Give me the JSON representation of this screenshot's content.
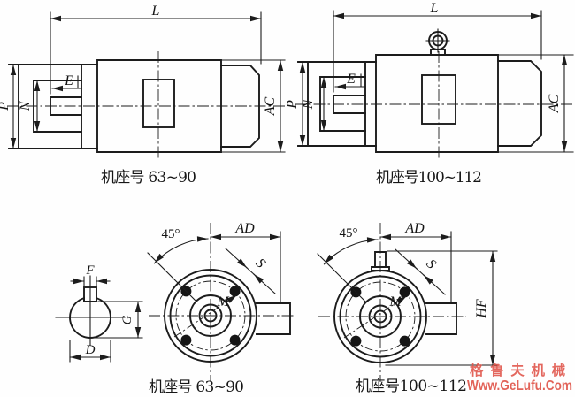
{
  "side_small": {
    "caption": "机座号 63~90",
    "dims": {
      "L": "L",
      "E": "E",
      "P": "P",
      "N": "N",
      "AC": "AC"
    }
  },
  "side_large": {
    "caption": "机座号100~112",
    "dims": {
      "L": "L",
      "E": "E",
      "P": "P",
      "N": "N",
      "AC": "AC"
    }
  },
  "shaft_section": {
    "dims": {
      "F": "F",
      "G": "G",
      "D": "D"
    }
  },
  "front_small": {
    "caption": "机座号 63~90",
    "dims": {
      "angle": "45°",
      "AD": "AD",
      "S": "S",
      "M": "M"
    }
  },
  "front_large": {
    "caption": "机座号100~112",
    "dims": {
      "angle": "45°",
      "AD": "AD",
      "S": "S",
      "M": "M",
      "HF": "HF"
    }
  },
  "watermark": {
    "brand": "格鲁夫机械",
    "url": "Www.GeLufu.Com",
    "color": "#e05348"
  }
}
